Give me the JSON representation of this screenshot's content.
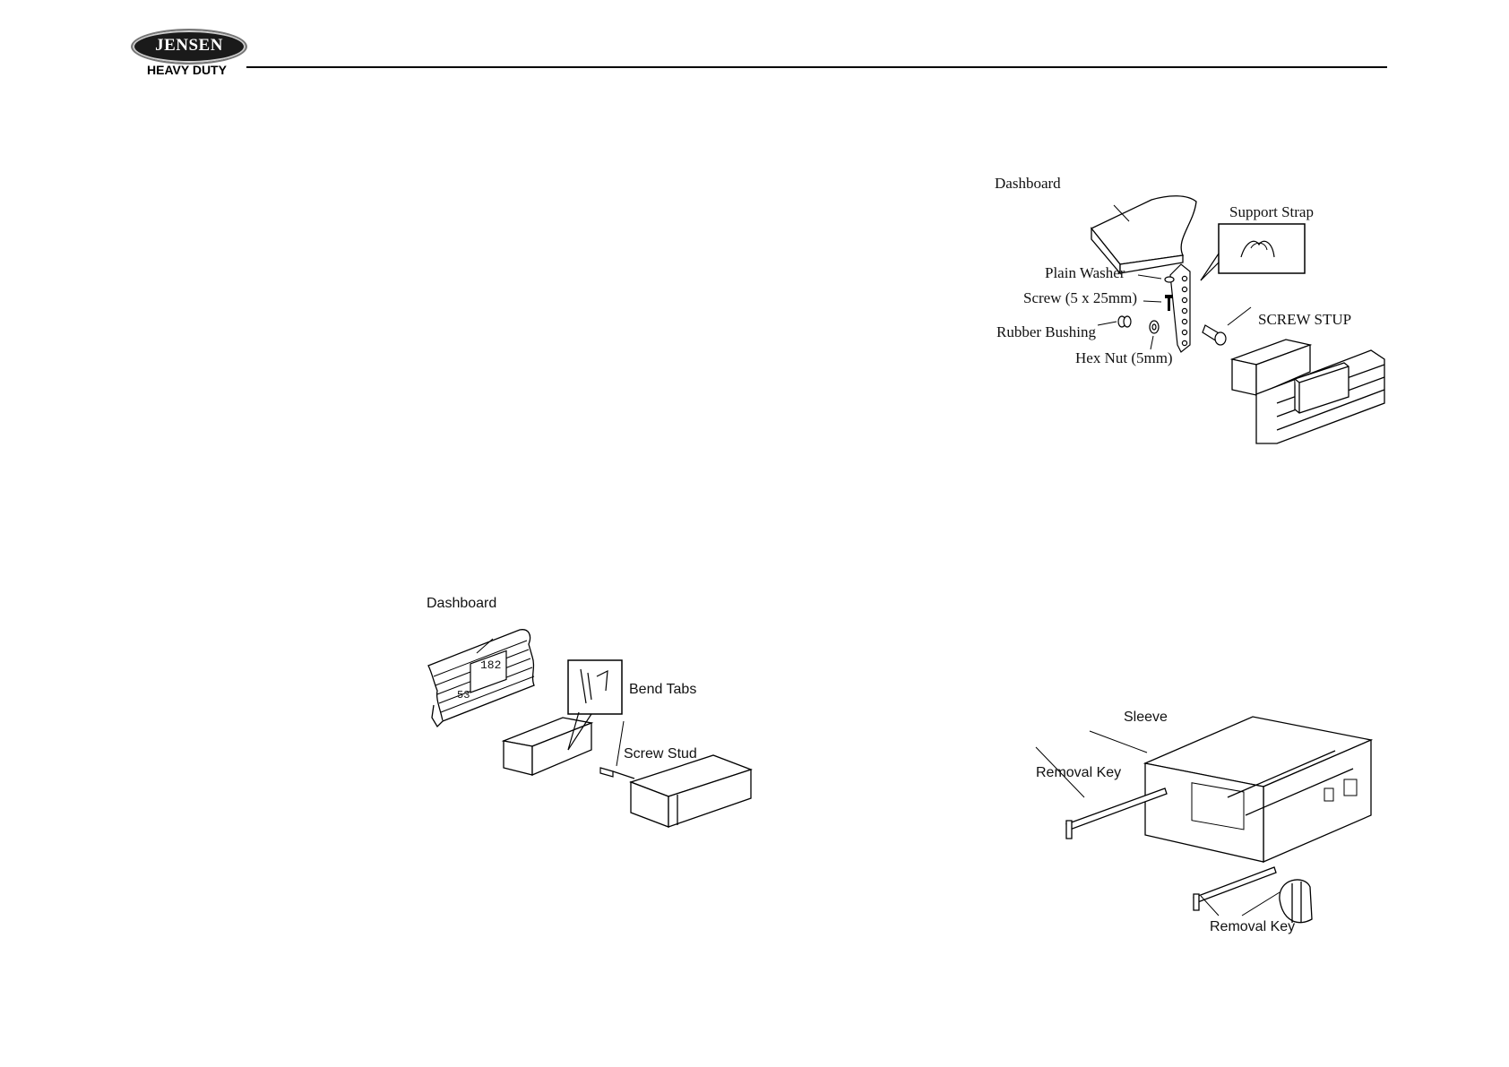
{
  "header": {
    "logo_brand": "JENSEN",
    "logo_subtitle": "HEAVY DUTY"
  },
  "figure_support_strap": {
    "dashboard": "Dashboard",
    "support_strap": "Support Strap",
    "plain_washer": "Plain Washer",
    "screw": "Screw (5 x 25mm)",
    "rubber_bushing": "Rubber Bushing",
    "hex_nut": "Hex Nut (5mm)",
    "screw_stup": "SCREW STUP"
  },
  "figure_bend_tabs": {
    "dashboard": "Dashboard",
    "bend_tabs": "Bend Tabs",
    "screw_stud": "Screw Stud",
    "dash_number_top": "182",
    "dash_number_side": "53"
  },
  "figure_removal": {
    "sleeve": "Sleeve",
    "removal_key_left": "Removal Key",
    "removal_key_right": "Removal Key"
  }
}
